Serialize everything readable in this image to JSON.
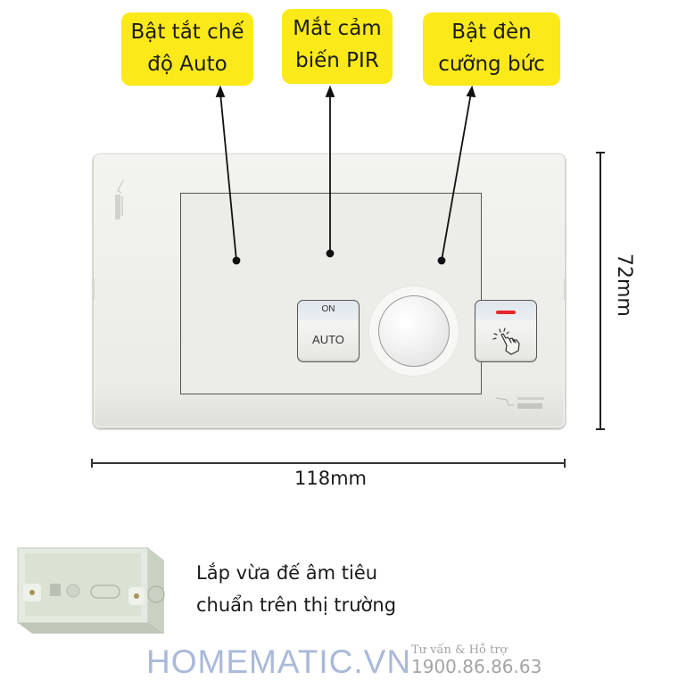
{
  "callouts": {
    "auto_mode": {
      "line1": "Bật tắt chế",
      "line2": "độ Auto"
    },
    "pir_sensor": {
      "line1": "Mắt cảm",
      "line2": "biến PIR"
    },
    "force_light": {
      "line1": "Bật đèn",
      "line2": "cưỡng bức"
    }
  },
  "switch": {
    "auto_button": {
      "top_label": "ON",
      "main_label": "AUTO"
    },
    "force_button": {
      "indicator_color": "#e8262b",
      "icon": "hand-tap-icon"
    },
    "sensor": {
      "icon": "pir-dome"
    }
  },
  "dimensions": {
    "height": "72mm",
    "width": "118mm"
  },
  "mount_note": {
    "line1": "Lắp vừa đế âm tiêu",
    "line2": "chuẩn trên thị trường"
  },
  "footer": {
    "brand": "HOMEMATIC.VN",
    "support_label": "Tư vấn & Hỗ trợ",
    "hotline": "1900.86.86.63"
  },
  "colors": {
    "callout_bg": "#fbe91a",
    "brand": "#a9b9da",
    "plate": "#ececE8"
  }
}
